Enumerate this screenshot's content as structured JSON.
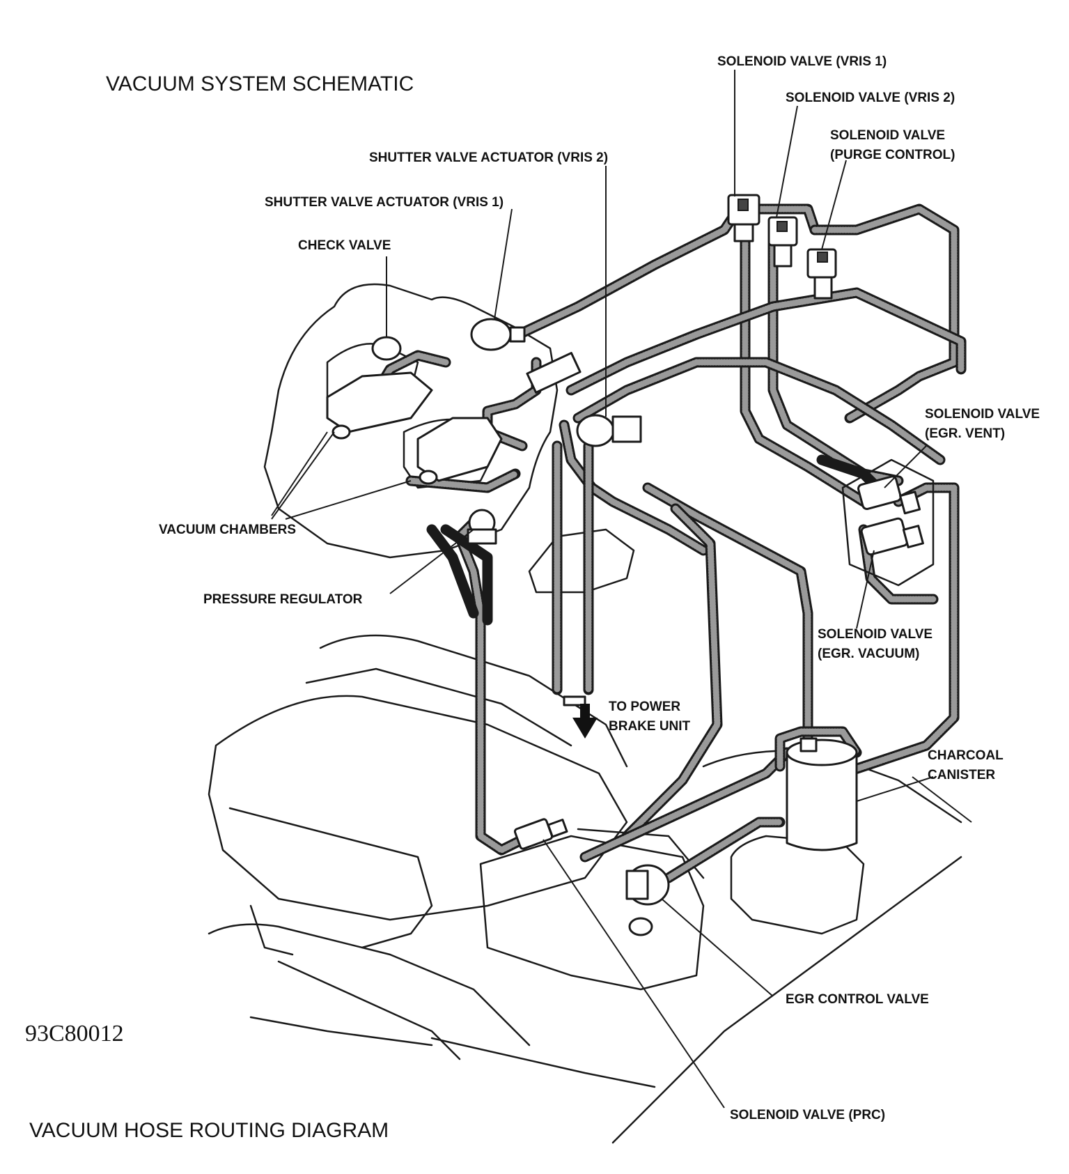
{
  "titles": {
    "schematic": "VACUUM SYSTEM SCHEMATIC",
    "routing": "VACUUM HOSE ROUTING DIAGRAM",
    "figure_code": "93C80012"
  },
  "labels": {
    "solenoid_vris1": "SOLENOID VALVE (VRIS 1)",
    "solenoid_vris2": "SOLENOID VALVE (VRIS 2)",
    "solenoid_purge_1": "SOLENOID VALVE",
    "solenoid_purge_2": "(PURGE CONTROL)",
    "shutter_vris2": "SHUTTER VALVE ACTUATOR (VRIS 2)",
    "shutter_vris1": "SHUTTER VALVE ACTUATOR (VRIS 1)",
    "check_valve": "CHECK VALVE",
    "solenoid_egr_vent_1": "SOLENOID VALVE",
    "solenoid_egr_vent_2": "(EGR. VENT)",
    "vacuum_chambers": "VACUUM CHAMBERS",
    "pressure_regulator": "PRESSURE REGULATOR",
    "solenoid_egr_vacuum_1": "SOLENOID VALVE",
    "solenoid_egr_vacuum_2": "(EGR. VACUUM)",
    "to_power_1": "TO POWER",
    "to_power_2": "BRAKE UNIT",
    "charcoal_1": "CHARCOAL",
    "charcoal_2": "CANISTER",
    "egr_control_valve": "EGR CONTROL VALVE",
    "solenoid_prc": "SOLENOID VALVE (PRC)"
  }
}
